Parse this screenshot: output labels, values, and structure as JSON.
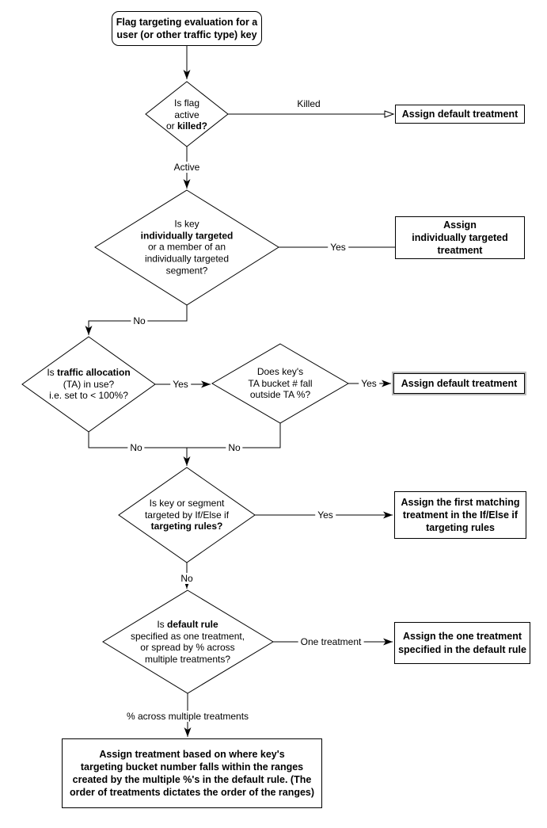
{
  "diagram": {
    "title_node": {
      "l1": "Flag targeting evaluation for a",
      "l2": "user (or other traffic type) key"
    },
    "decisions": {
      "flag_active": {
        "l1": "Is flag",
        "l2": "active",
        "l3_pre": "or ",
        "l3_bold": "killed?"
      },
      "individually_targeted": {
        "l1": "Is key",
        "l2_bold": "individually targeted",
        "l3": "or a member of an",
        "l4": "individually targeted",
        "l5": "segment?"
      },
      "traffic_allocation": {
        "l1_pre": "Is ",
        "l1_bold": "traffic allocation",
        "l2": "(TA) in use?",
        "l3": "i.e. set to < 100%?"
      },
      "ta_bucket": {
        "l1": "Does key's",
        "l2": "TA bucket # fall",
        "l3": "outside TA %?"
      },
      "targeting_rules": {
        "l1": "Is key or segment",
        "l2": "targeted by If/Else if",
        "l3_bold": "targeting rules?"
      },
      "default_rule": {
        "l1_pre": "Is ",
        "l1_bold": "default rule",
        "l2": "specified as one treatment,",
        "l3": "or spread by % across",
        "l4": "multiple treatments?"
      }
    },
    "outcomes": {
      "default_treatment_killed": {
        "l1": "Assign default treatment"
      },
      "individually_targeted_treatment": {
        "l1": "Assign",
        "l2": "individually targeted",
        "l3": "treatment"
      },
      "default_treatment_ta": {
        "l1": "Assign default treatment"
      },
      "first_matching_treatment": {
        "l1": "Assign the first matching",
        "l2": "treatment in the If/Else if",
        "l3": "targeting rules"
      },
      "one_treatment_default_rule": {
        "l1": "Assign the one treatment",
        "l2": "specified in the default rule"
      },
      "bucket_range_treatment": {
        "l1": "Assign treatment based on where key's",
        "l2": "targeting bucket number falls within the ranges",
        "l3": "created by the multiple %'s in the default rule. (The",
        "l4": "order of treatments dictates the order of the ranges)"
      }
    },
    "edge_labels": {
      "killed": "Killed",
      "active": "Active",
      "yes_individual": "Yes",
      "no_individual": "No",
      "yes_ta": "Yes",
      "yes_bucket": "Yes",
      "no_ta": "No",
      "no_bucket": "No",
      "yes_rules": "Yes",
      "no_rules": "No",
      "one_treatment": "One treatment",
      "pct_multiple": "% across multiple treatments"
    },
    "colors": {
      "line": "#000000",
      "text": "#000000",
      "background": "#ffffff",
      "highlight_border": "#b9b9b9"
    }
  }
}
